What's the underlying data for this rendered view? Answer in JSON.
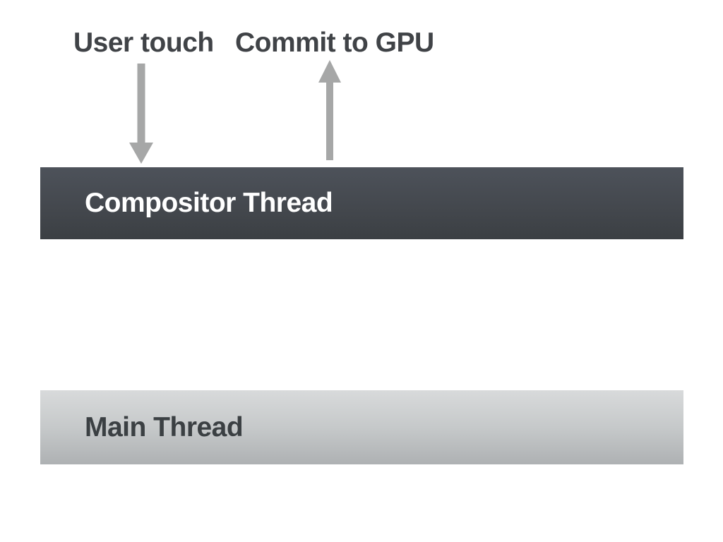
{
  "labels": {
    "user_touch": "User touch",
    "commit_to_gpu": "Commit to GPU"
  },
  "bars": {
    "compositor": {
      "label": "Compositor Thread"
    },
    "main": {
      "label": "Main Thread"
    }
  },
  "icons": {
    "user_touch_arrow": "down-arrow",
    "commit_to_gpu_arrow": "up-arrow"
  },
  "colors": {
    "background": "#ffffff",
    "arrow": "#a6a7a7",
    "event_label_text": "#404347",
    "compositor_bar_top": "#4d525a",
    "compositor_bar_bottom": "#3b3f43",
    "compositor_text": "#ffffff",
    "main_bar_top": "#d8dadb",
    "main_bar_bottom": "#aeb1b3",
    "main_text": "#3b4043"
  }
}
